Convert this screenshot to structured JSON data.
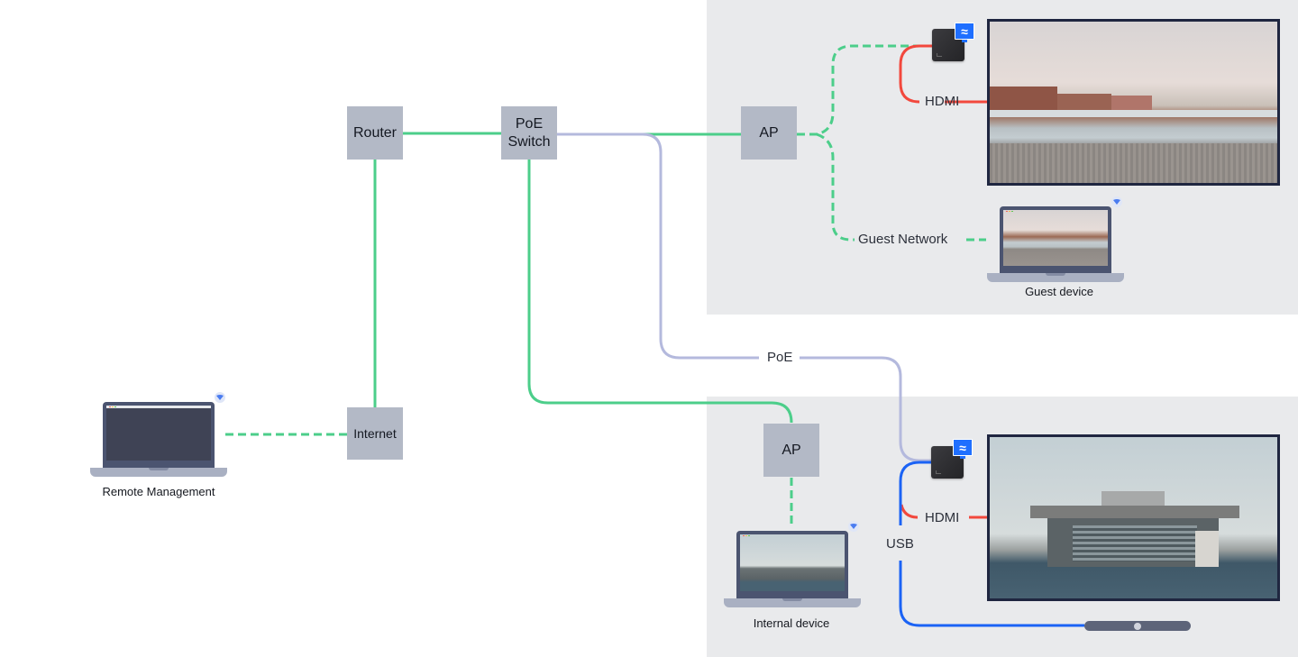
{
  "diagram": {
    "zones": [
      {
        "id": "guest-zone",
        "label": ""
      },
      {
        "id": "internal-zone",
        "label": ""
      }
    ],
    "nodes": {
      "router": "Router",
      "poe_switch": "PoE\nSwitch",
      "poe_switch_line1": "PoE",
      "poe_switch_line2": "Switch",
      "internet": "Internet",
      "ap_guest": "AP",
      "ap_internal": "AP"
    },
    "wire_labels": {
      "hdmi_top": "HDMI",
      "hdmi_bottom": "HDMI",
      "guest_network": "Guest Network",
      "poe": "PoE",
      "usb": "USB"
    },
    "devices": {
      "remote_management": "Remote Management",
      "guest_device": "Guest device",
      "internal_device": "Internal device"
    },
    "icons": {
      "player_badge": "screen-cast-icon",
      "wifi_badge": "wifi-icon",
      "badge_glyph": "≈"
    },
    "colors": {
      "ethernet": "#4cce8a",
      "poe": "#b4b9dd",
      "hdmi": "#f2483d",
      "usb": "#1b63f5",
      "node_fill": "#b3b9c6",
      "zone_fill": "#e9eaec"
    },
    "connections": [
      {
        "from": "Router",
        "to": "PoE Switch",
        "type": "ethernet"
      },
      {
        "from": "Router",
        "to": "Internet",
        "type": "ethernet"
      },
      {
        "from": "Internet",
        "to": "Remote Management",
        "type": "wireless"
      },
      {
        "from": "PoE Switch",
        "to": "AP (guest)",
        "type": "ethernet"
      },
      {
        "from": "PoE Switch",
        "to": "AP (internal)",
        "type": "ethernet"
      },
      {
        "from": "PoE Switch",
        "to": "Player (internal)",
        "type": "poe"
      },
      {
        "from": "AP (guest)",
        "to": "Player (guest)",
        "type": "wireless"
      },
      {
        "from": "AP (guest)",
        "to": "Guest device",
        "type": "wireless"
      },
      {
        "from": "AP (internal)",
        "to": "Internal device",
        "type": "wireless"
      },
      {
        "from": "Player (guest)",
        "to": "Display (guest)",
        "type": "hdmi"
      },
      {
        "from": "Player (internal)",
        "to": "Display (internal)",
        "type": "hdmi"
      },
      {
        "from": "Player (internal)",
        "to": "Soundbar",
        "type": "usb"
      }
    ]
  }
}
